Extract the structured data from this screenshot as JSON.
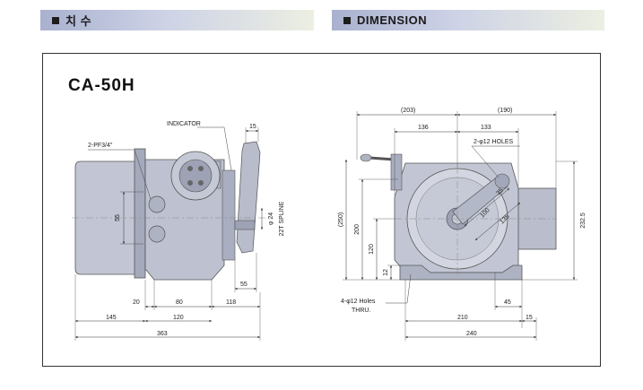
{
  "headers": {
    "korean_title": "치 수",
    "english_title": "DIMENSION"
  },
  "model_name": "CA-50H",
  "colors": {
    "header_gradient_start": "#a9b1cf",
    "header_gradient_end": "#ecefe2",
    "body_fill": "#c2c6d4",
    "body_shade": "#a4a9bb",
    "body_dark": "#7d8296"
  },
  "side_view": {
    "indicator_label": "INDICATOR",
    "port_label": "2-PF3/4\"",
    "dim_15": "15",
    "dim_phi24": "φ 24",
    "spline_label": "22T SPLINE",
    "dim_55_vertical": "55",
    "dim_55_horizontal": "55",
    "dim_20": "20",
    "dim_80": "80",
    "dim_118": "118",
    "dim_145": "145",
    "dim_120": "120",
    "dim_363": "363"
  },
  "front_view": {
    "dim_203": "(203)",
    "dim_190": "(190)",
    "dim_136": "136",
    "dim_133": "133",
    "holes_top": "2-φ12 HOLES",
    "dim_35": "35",
    "dim_100": "100",
    "dim_135": "135",
    "dim_250": "(250)",
    "dim_200": "200",
    "dim_120": "120",
    "dim_12": "12",
    "dim_232_5": "232.5",
    "holes_bottom_1": "4-φ12 Holes",
    "holes_bottom_2": "THRU.",
    "dim_45": "45",
    "dim_210": "210",
    "dim_15": "15",
    "dim_240": "240"
  }
}
